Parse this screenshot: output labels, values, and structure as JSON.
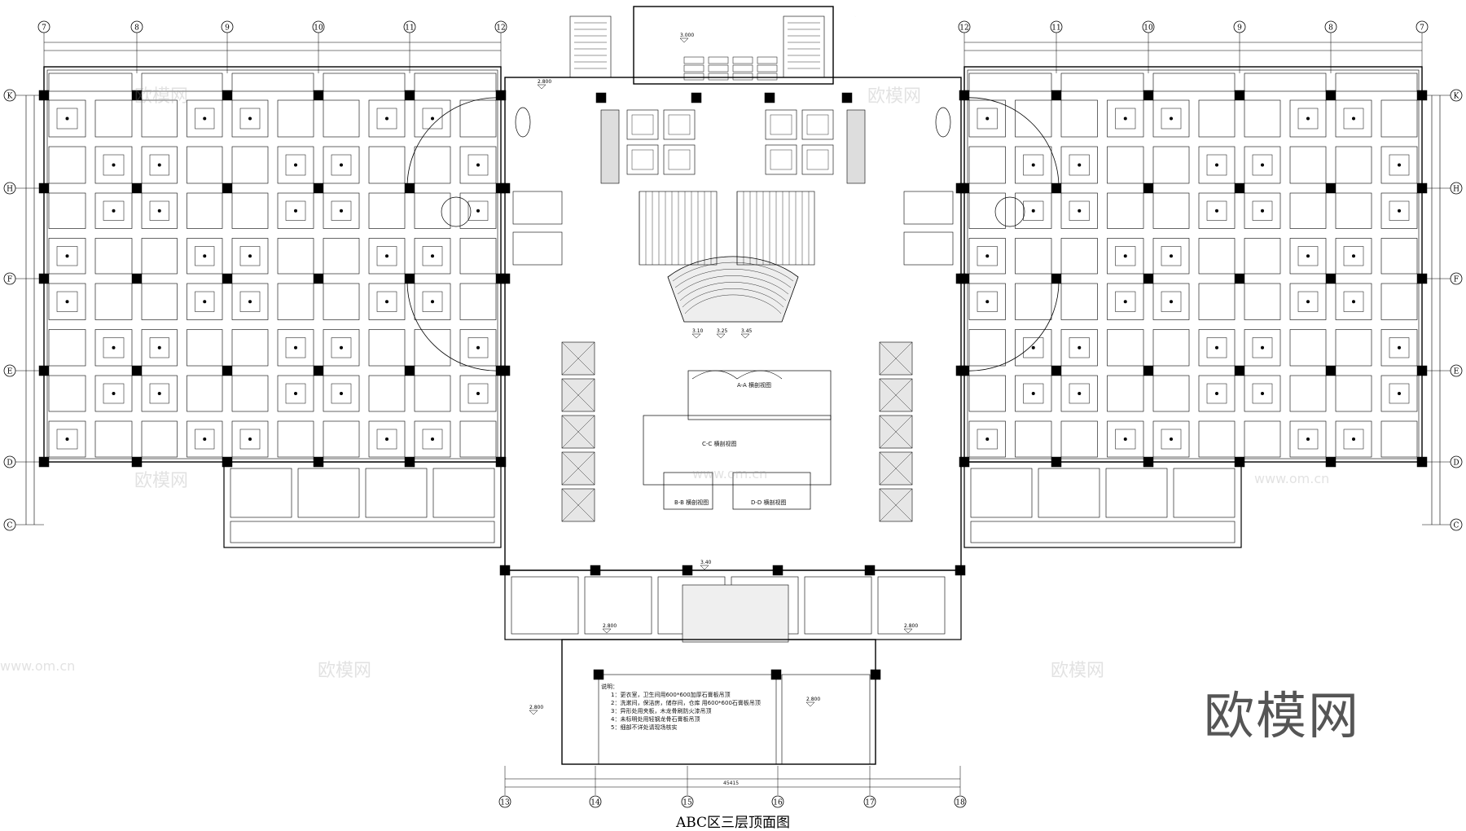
{
  "drawing": {
    "title": "ABC区三层顶面图",
    "grid_top_left": [
      "7",
      "8",
      "9",
      "10",
      "11",
      "12"
    ],
    "grid_top_right": [
      "12",
      "11",
      "10",
      "9",
      "8",
      "7"
    ],
    "grid_bottom": [
      "13",
      "14",
      "15",
      "16",
      "17",
      "18"
    ],
    "grid_rows": [
      "K",
      "H",
      "F",
      "E",
      "D",
      "C"
    ],
    "bottom_total_dimension": "45415",
    "ceiling_height_labels": [
      "2.800",
      "3.000",
      "3.10",
      "3.25",
      "3.45",
      "3.40"
    ],
    "section_labels": [
      "A-A 横剖视图",
      "C-C 横剖视图",
      "B-B 横剖视图",
      "D-D 横剖视图"
    ],
    "notes": {
      "heading": "说明：",
      "items": [
        "1：更衣室，卫生间用600*600加厚石膏板吊顶",
        "2：洗漱间，保洁房，储存间，仓库 用600*600石膏板吊顶",
        "3：异形处用夹板，木龙骨刷防火漆吊顶",
        "4：未标明处用轻钢龙骨石膏板吊顶",
        "5：细部不详处请现场核实"
      ]
    }
  },
  "watermark": {
    "logo_text": "欧模网",
    "faint_text": "欧模网",
    "url_text": "www.om.cn"
  },
  "colors": {
    "line": "#000000",
    "column": "#000000",
    "logo": "#555555"
  }
}
